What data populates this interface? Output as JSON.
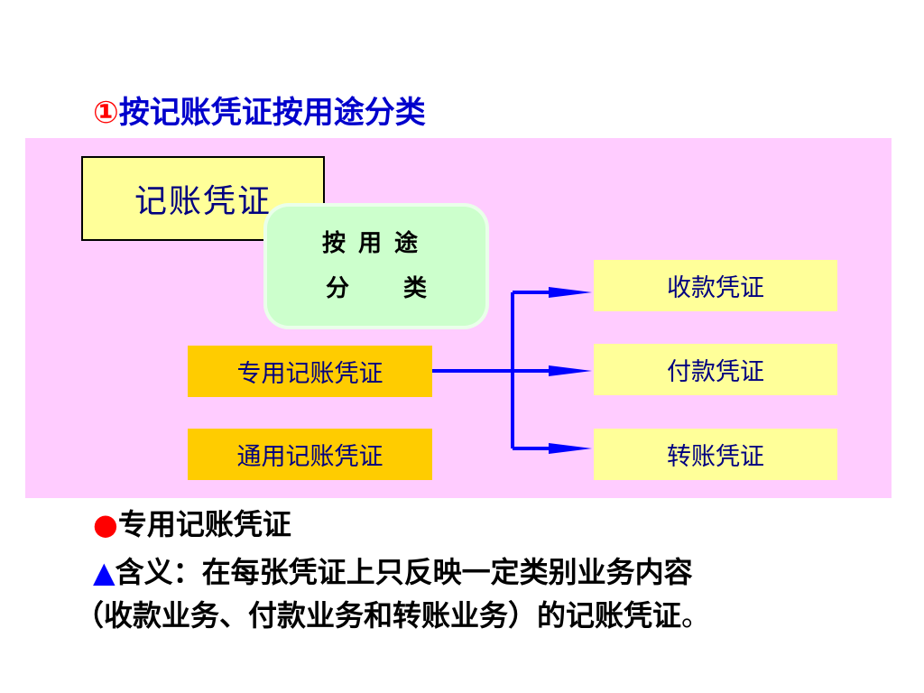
{
  "title": {
    "marker": "①",
    "text": "按记账凭证按用途分类"
  },
  "diagram": {
    "root": "记账凭证",
    "criterion_line1": "按用途",
    "criterion_line2": "分类",
    "categories": [
      {
        "label": "专用记账凭证"
      },
      {
        "label": "通用记账凭证"
      }
    ],
    "subtypes": [
      {
        "label": "收款凭证"
      },
      {
        "label": "付款凭证"
      },
      {
        "label": "转账凭证"
      }
    ],
    "colors": {
      "panel": "#ffccff",
      "root_box": "#ffff99",
      "criterion_box": "#ccffcc",
      "category_box": "#ffcc00",
      "subtype_box": "#ffff99",
      "connector": "#0000ff"
    }
  },
  "body": {
    "item_marker": "●",
    "item_title": "专用记账凭证",
    "meaning_marker": "▲",
    "meaning_line1": "含义：在每张凭证上只反映一定类别业务内容",
    "meaning_line2": "（收款业务、付款业务和转账业务）的记账凭证",
    "meaning_end": "。"
  }
}
